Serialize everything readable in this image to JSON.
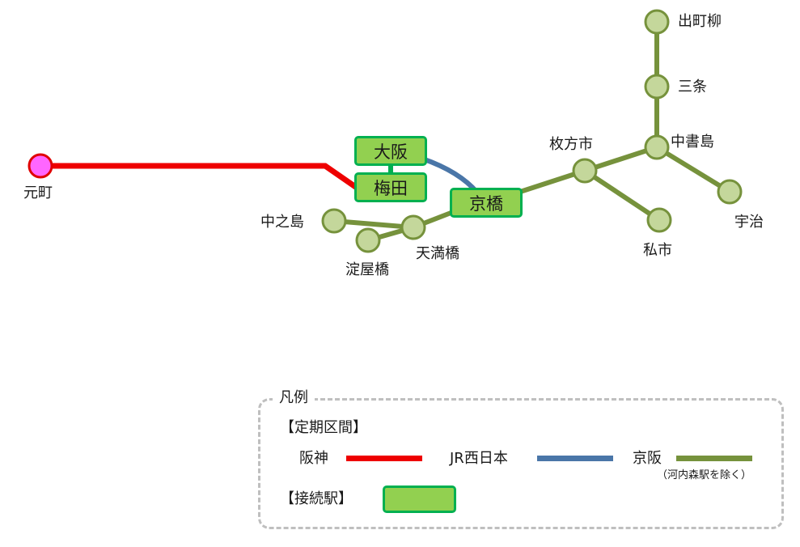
{
  "lines": {
    "hanshin": {
      "name": "阪神",
      "color": "#ee0000"
    },
    "jr": {
      "name": "JR西日本",
      "color": "#4a76a8"
    },
    "keihan": {
      "name": "京阪",
      "note": "（河内森駅を除く）",
      "color": "#76923c"
    }
  },
  "station_colors": {
    "terminus": "#ff66ff",
    "keihan_fill": "#c4d79b",
    "transfer_fill": "#92d050",
    "transfer_border": "#00b050"
  },
  "stations": {
    "motomachi": "元町",
    "demachiyanagi": "出町柳",
    "sanjo": "三条",
    "chushojima": "中書島",
    "uji": "宇治",
    "hirakatashi": "枚方市",
    "kisaichi": "私市",
    "nakanoshima": "中之島",
    "yodoyabashi": "淀屋橋",
    "temmabashi": "天満橋"
  },
  "transfer_stations": {
    "osaka": "大阪",
    "umeda": "梅田",
    "kyobashi": "京橋"
  },
  "legend": {
    "title": "凡例",
    "section_lines": "【定期区間】",
    "section_transfer": "【接続駅】"
  }
}
